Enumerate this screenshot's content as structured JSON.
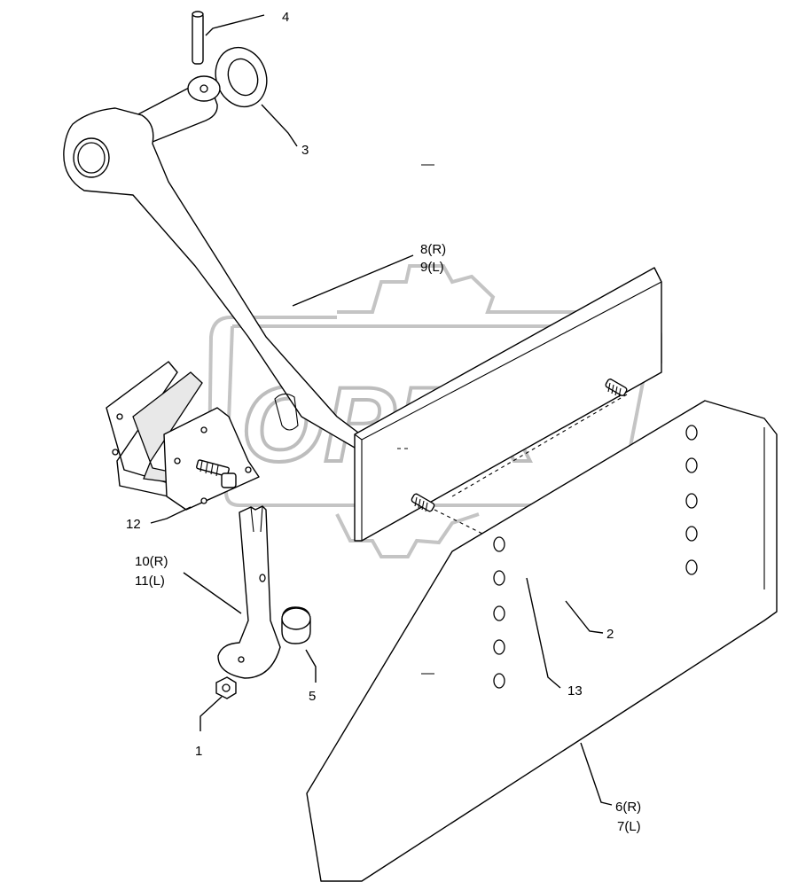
{
  "watermark": {
    "text": "OPEX",
    "color": "#bdbdbd"
  },
  "callouts": [
    {
      "id": "1",
      "lines": [
        "1"
      ]
    },
    {
      "id": "2",
      "lines": [
        "2"
      ]
    },
    {
      "id": "3",
      "lines": [
        "3"
      ]
    },
    {
      "id": "4",
      "lines": [
        "4"
      ]
    },
    {
      "id": "5",
      "lines": [
        "5"
      ]
    },
    {
      "id": "6-7",
      "lines": [
        "6(R)",
        "7(L)"
      ]
    },
    {
      "id": "8-9",
      "lines": [
        "8(R)",
        "9(L)"
      ]
    },
    {
      "id": "10-11",
      "lines": [
        "10(R)",
        "11(L)"
      ]
    },
    {
      "id": "12",
      "lines": [
        "12"
      ]
    },
    {
      "id": "13",
      "lines": [
        "13"
      ]
    }
  ]
}
